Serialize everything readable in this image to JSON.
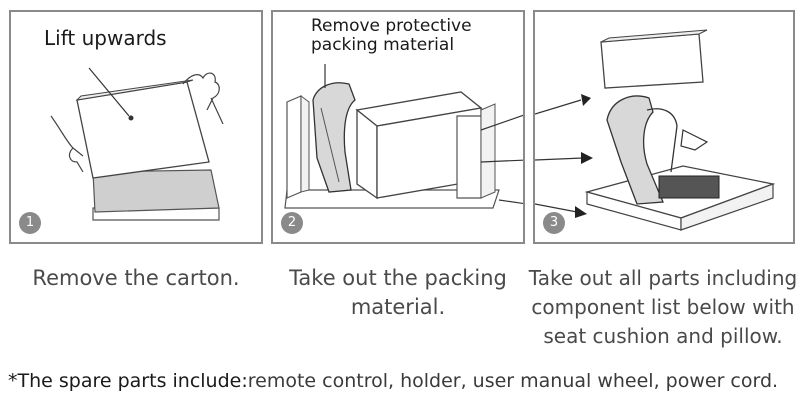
{
  "steps": [
    {
      "number": "1",
      "panel_label": "Lift upwards",
      "caption": "Remove the carton."
    },
    {
      "number": "2",
      "panel_label_lines": [
        "Remove protective",
        "packing material"
      ],
      "caption_lines": [
        "Take out the packing",
        "material."
      ]
    },
    {
      "number": "3",
      "caption_lines": [
        "Take out all parts including",
        "component list below with",
        "seat cushion and pillow."
      ]
    }
  ],
  "note": {
    "lead": "*The spare parts include:",
    "text": "remote control, holder, user manual wheel, power cord."
  },
  "colors": {
    "border": "#8a8a8a",
    "badge": "#8a8a8a",
    "carton_gray": "#cfcfcf",
    "text": "#3a3a3a"
  }
}
